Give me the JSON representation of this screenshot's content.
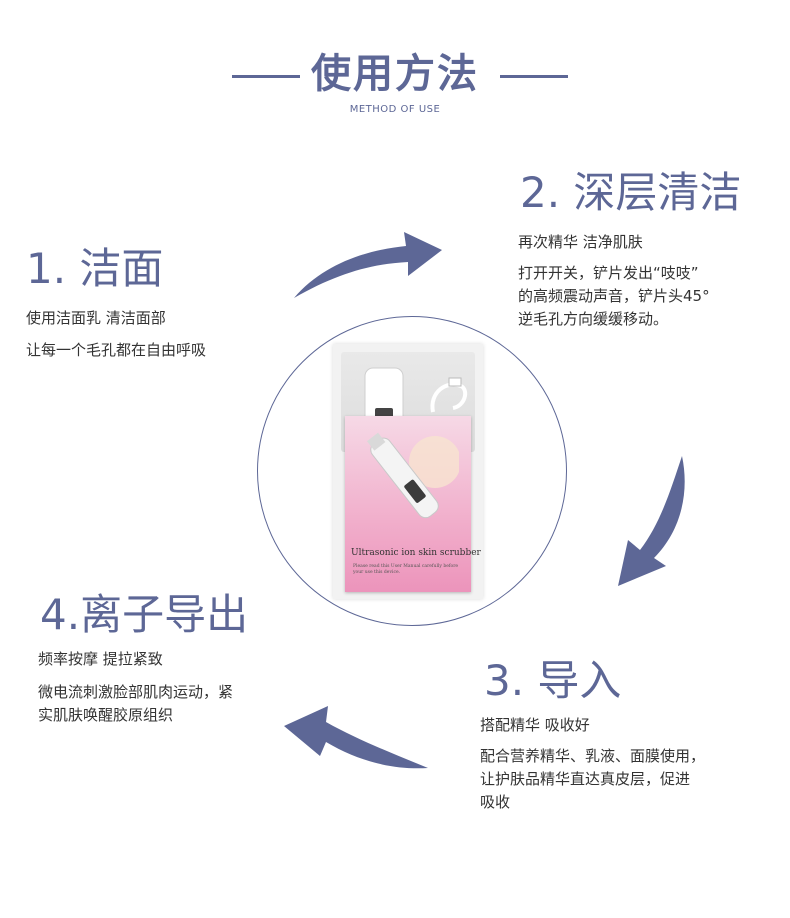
{
  "header": {
    "title": "使用方法",
    "subtitle": "METHOD OF USE"
  },
  "steps": [
    {
      "heading": "1. 洁面",
      "lines": [
        "使用洁面乳 清洁面部",
        "让每一个毛孔都在自由呼吸"
      ]
    },
    {
      "heading": "2. 深层清洁",
      "lines": [
        "再次精华 洁净肌肤",
        "打开开关，铲片发出“吱吱”",
        "的高频震动声音，铲片头45°",
        "逆毛孔方向缓缓移动。"
      ]
    },
    {
      "heading": "3. 导入",
      "lines": [
        "搭配精华 吸收好",
        "配合营养精华、乳液、面膜使用，",
        "让护肤品精华直达真皮层，促进",
        "吸收"
      ]
    },
    {
      "heading": "4.离子导出",
      "lines": [
        "频率按摩 提拉紧致",
        "微电流刺激脸部肌肉运动，紧",
        "实肌肤唤醒胶原组织"
      ]
    }
  ],
  "product": {
    "title": "Ultrasonic ion skin scrubber",
    "note": "Please read this User Manual carefully before your use this device."
  },
  "colors": {
    "accent": "#5d6796",
    "text": "#333333",
    "circle": "#5d6796"
  }
}
